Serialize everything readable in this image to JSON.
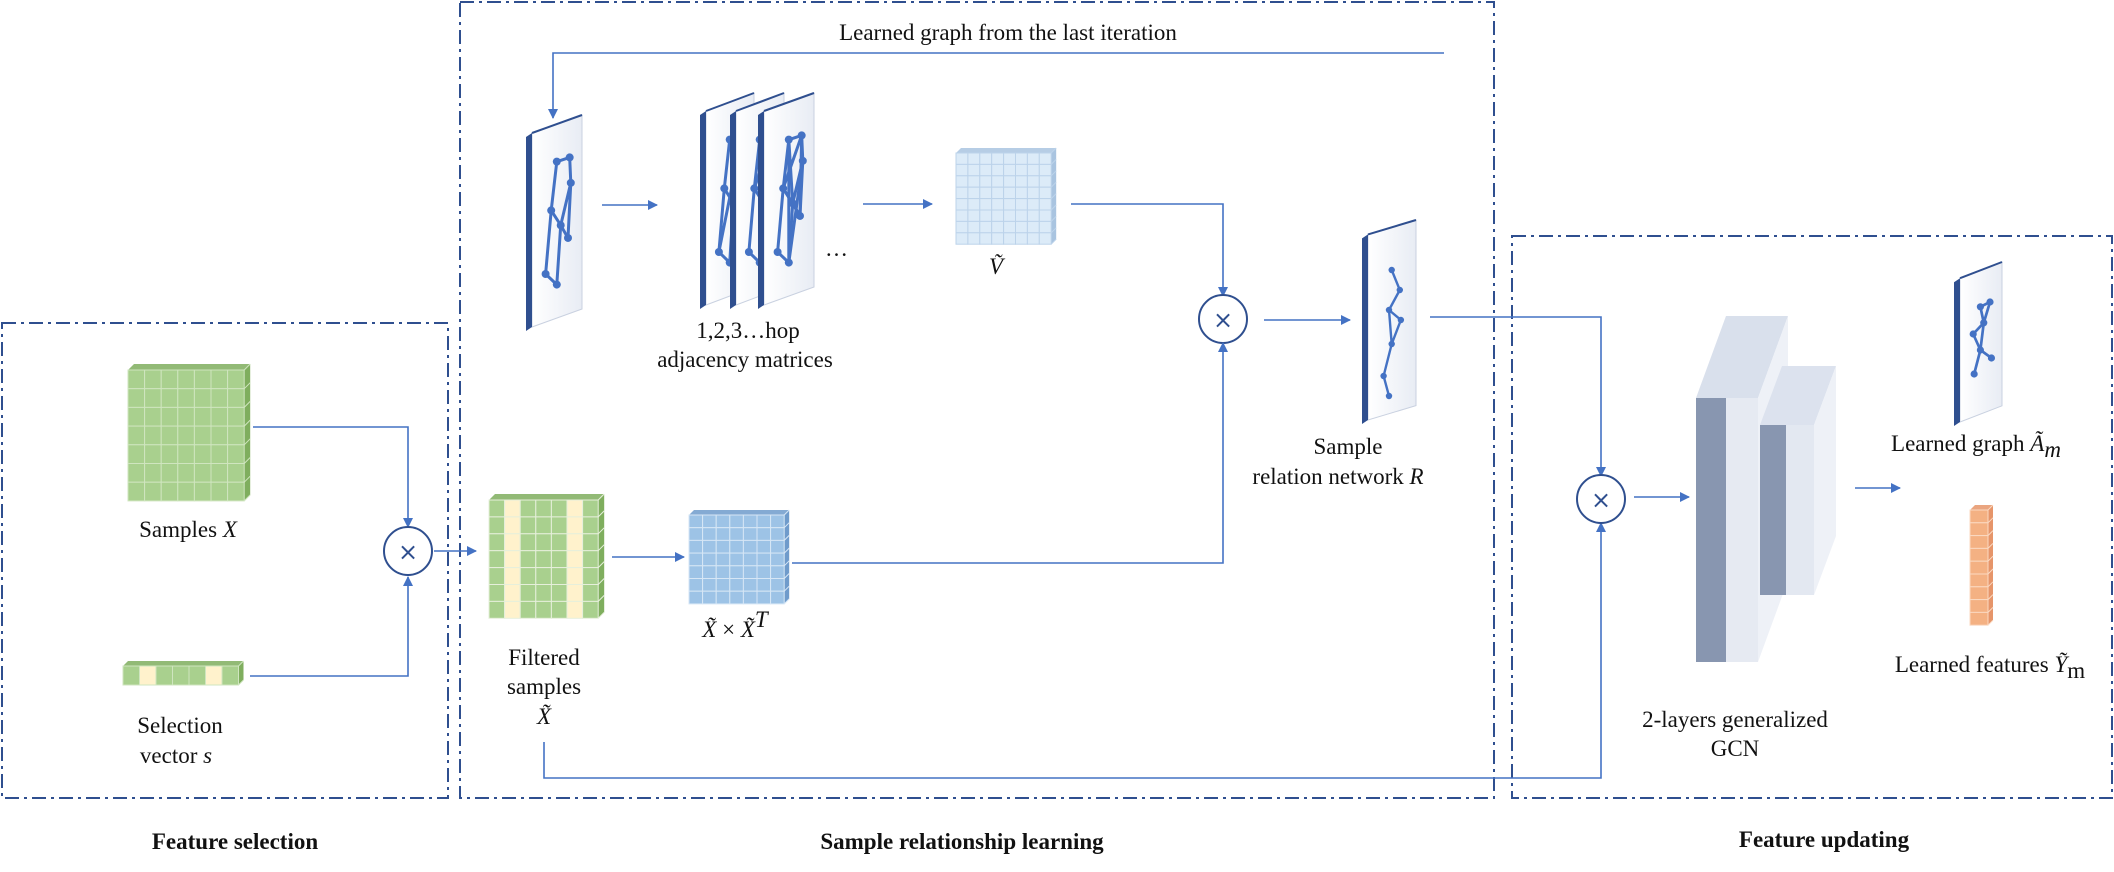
{
  "sections": {
    "feature_selection": "Feature selection",
    "sample_relationship": "Sample relationship learning",
    "feature_updating": "Feature updating"
  },
  "labels": {
    "learned_graph_last_iter": "Learned graph from the last iteration",
    "hop_line1": "1,2,3…hop",
    "hop_line2": "adjacency matrices",
    "ellipsis": "…",
    "v_tilde": "Ṽ",
    "samples_prefix": "Samples ",
    "samples_var": "X",
    "selection_line1": "Selection",
    "selection_prefix": "vector ",
    "selection_var": "s",
    "filtered_line1": "Filtered",
    "filtered_line2": "samples",
    "filtered_var": "X̃",
    "xxt_a": "X̃",
    "xxt_times": " × ",
    "xxt_b": "X̃",
    "xxt_sup": "T",
    "srn_line1": "Sample",
    "srn_prefix": "relation network ",
    "srn_var": "R",
    "gcn_line1": "2-layers generalized",
    "gcn_line2": "GCN",
    "lg_prefix": "Learned graph ",
    "lg_var": "Ã",
    "lg_sub": "m",
    "lf_prefix": "Learned features ",
    "lf_var": "Ỹ",
    "lf_sub": "m",
    "times_symbol": "×"
  },
  "colors": {
    "accent": "#4472c4",
    "box": "#2f4f8f",
    "green": "#a9d08e",
    "cream": "#fff2cc",
    "blue_matrix": "#9dc3e6",
    "orange": "#f4b183",
    "panel_dark": "#2f4f8f"
  }
}
